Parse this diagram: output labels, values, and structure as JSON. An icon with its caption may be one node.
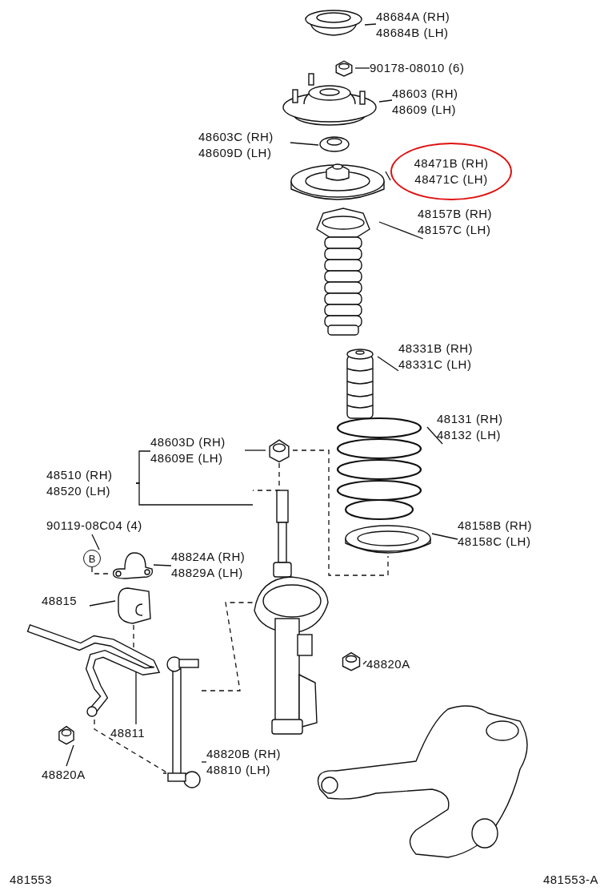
{
  "diagram": {
    "nodes": [
      {
        "text": [
          "48684A (RH)",
          "48684B (LH)"
        ]
      },
      {
        "text": [],
        "shape": "picture"
      },
      {
        "text": [
          "90178-08010 (6)"
        ]
      },
      {
        "text": [],
        "shape": "picture"
      },
      {
        "text": [
          "48603 (RH)",
          "48609 (LH)"
        ]
      },
      {
        "text": [],
        "shape": "picture"
      },
      {
        "text": [
          "48603C (RH)",
          "48609D (LH)"
        ]
      },
      {
        "text": [],
        "shape": "picture"
      },
      {
        "text": [],
        "shape": "picture"
      },
      {
        "text": [
          "48471B (RH)",
          "48471C (LH)"
        ]
      },
      {
        "text": [
          "48157B (RH)",
          "48157C (LH)"
        ]
      },
      {
        "text": [],
        "shape": "picture"
      },
      {
        "text": [
          "48331B (RH)",
          "48331C (LH)"
        ]
      },
      {
        "text": [],
        "shape": "picture"
      },
      {
        "text": [
          "48131 (RH)",
          "48132 (LH)"
        ]
      },
      {
        "text": [],
        "shape": "picture"
      },
      {
        "text": [
          "48603D (RH)",
          "48609E (LH)"
        ]
      },
      {
        "text": [],
        "shape": "picture"
      },
      {
        "text": [
          "48510 (RH)",
          "48520 (LH)"
        ]
      },
      {
        "text": [],
        "shape": "picture"
      },
      {
        "text": [
          "48158B (RH)",
          "48158C (LH)"
        ]
      },
      {
        "text": [],
        "shape": "picture"
      },
      {
        "text": [
          "90119-08C04 (4)"
        ]
      },
      {
        "text": [
          "B"
        ]
      },
      {
        "text": [],
        "shape": "picture"
      },
      {
        "text": [
          "48824A (RH)",
          "48829A (LH)"
        ]
      },
      {
        "text": [
          "48815"
        ]
      },
      {
        "text": [],
        "shape": "picture"
      },
      {
        "text": [],
        "shape": "picture"
      },
      {
        "text": [
          "48820A"
        ]
      },
      {
        "text": [],
        "shape": "picture"
      },
      {
        "text": [],
        "shape": "picture"
      },
      {
        "text": [
          "48811"
        ]
      },
      {
        "text": [
          "48820B (RH)",
          "48810 (LH)"
        ]
      },
      {
        "text": [],
        "shape": "picture"
      },
      {
        "text": [
          "48820A"
        ]
      }
    ],
    "edges": [
      {
        "from": 0,
        "to": 1,
        "arrow": "none"
      },
      {
        "from": 2,
        "to": 3,
        "arrow": "none"
      },
      {
        "from": 4,
        "to": 5,
        "arrow": "none"
      },
      {
        "from": 6,
        "to": 7,
        "arrow": "none"
      },
      {
        "from": 9,
        "to": 8,
        "arrow": "none"
      },
      {
        "from": 10,
        "to": 11,
        "arrow": "none"
      },
      {
        "from": 12,
        "to": 13,
        "arrow": "none"
      },
      {
        "from": 14,
        "to": 15,
        "arrow": "none"
      },
      {
        "from": 16,
        "to": 17,
        "arrow": "none"
      },
      {
        "from": 18,
        "to": 19,
        "arrow": "none"
      },
      {
        "from": 20,
        "to": 21,
        "arrow": "none"
      },
      {
        "from": 22,
        "to": 23,
        "arrow": "none"
      },
      {
        "from": 25,
        "to": 24,
        "arrow": "none"
      },
      {
        "from": 26,
        "to": 27,
        "arrow": "none"
      },
      {
        "from": 32,
        "to": 28,
        "arrow": "none"
      },
      {
        "from": 29,
        "to": 30,
        "arrow": "none"
      },
      {
        "from": 33,
        "to": 31,
        "arrow": "none"
      },
      {
        "from": 35,
        "to": 34,
        "arrow": "none"
      },
      {
        "from": 23,
        "to": 24,
        "arrow": "none",
        "style": "dashed"
      },
      {
        "from": 27,
        "to": 28,
        "arrow": "none",
        "style": "dashed"
      },
      {
        "from": 28,
        "to": 31,
        "arrow": "none",
        "style": "dashed"
      },
      {
        "from": 31,
        "to": 19,
        "arrow": "none",
        "style": "dashed"
      },
      {
        "from": 17,
        "to": 19,
        "arrow": "none",
        "style": "dashed"
      },
      {
        "from": 17,
        "to": 21,
        "arrow": "none",
        "style": "dashed"
      },
      {
        "from": 18,
        "to": 16,
        "arrow": "none"
      }
    ],
    "labels": [
      "481553",
      "481553-A"
    ]
  }
}
